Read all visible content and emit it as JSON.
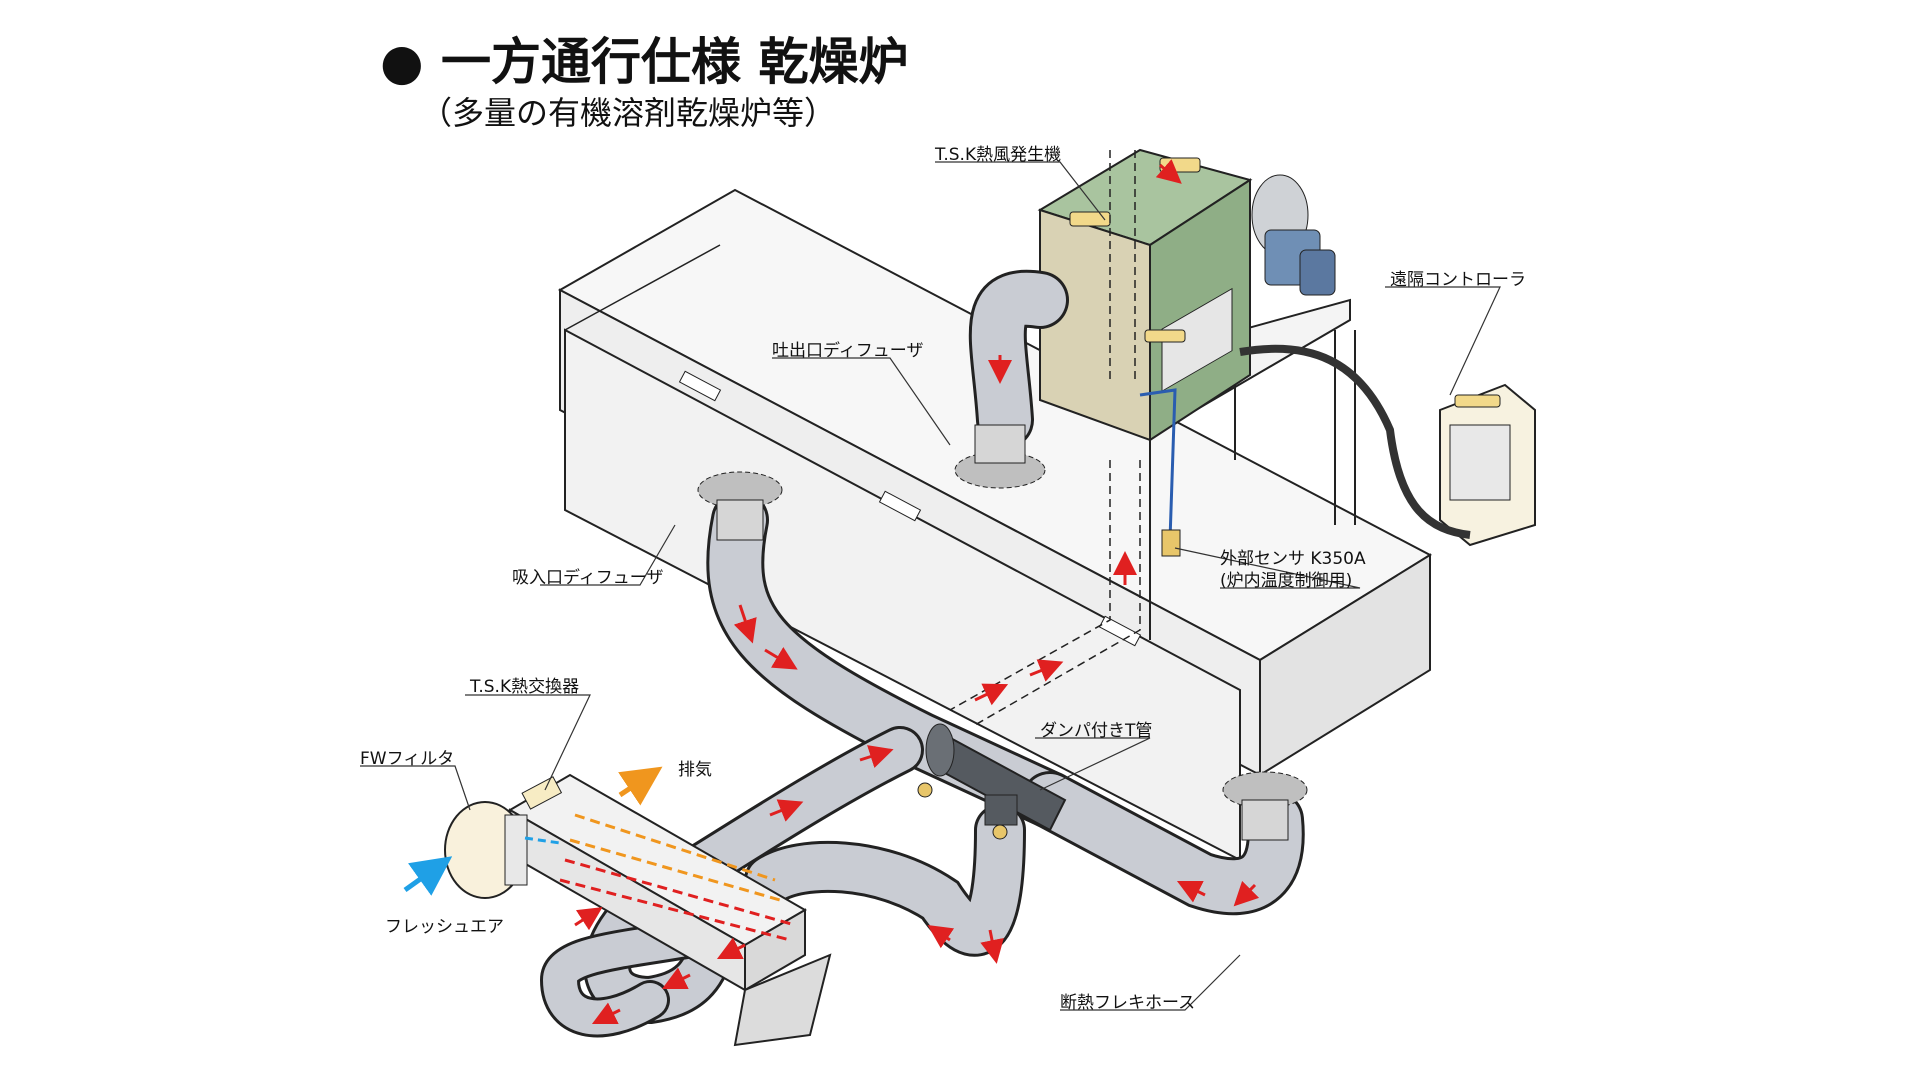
{
  "title": "● 一方通行仕様 乾燥炉",
  "subtitle": "（多量の有機溶剤乾燥炉等）",
  "labels": {
    "hot_air_generator": "T.S.K熱風発生機",
    "remote_controller": "遠隔コントローラ",
    "outlet_diffuser": "吐出口ディフューザ",
    "inlet_diffuser": "吸入口ディフューザ",
    "external_sensor_line1": "外部センサ K350A",
    "external_sensor_line2": "(炉内温度制御用)",
    "heat_exchanger": "T.S.K熱交換器",
    "fw_filter": "FWフィルタ",
    "exhaust": "排気",
    "damper_t_pipe": "ダンパ付きT管",
    "fresh_air": "フレッシュエア",
    "insulated_hose": "断熱フレキホース"
  },
  "colors": {
    "machine_green": "#8fae86",
    "motor_blue": "#6f8fb5",
    "hose_gray": "#c9ccd3",
    "flow_red": "#e02020",
    "exhaust_orange": "#f0961e",
    "fresh_blue": "#1fa0e6",
    "handle_yellow": "#f2d98a"
  },
  "icons": {
    "flow_arrow": "red-arrow",
    "exhaust_arrow": "orange-arrow",
    "fresh_air_arrow": "blue-arrow"
  }
}
